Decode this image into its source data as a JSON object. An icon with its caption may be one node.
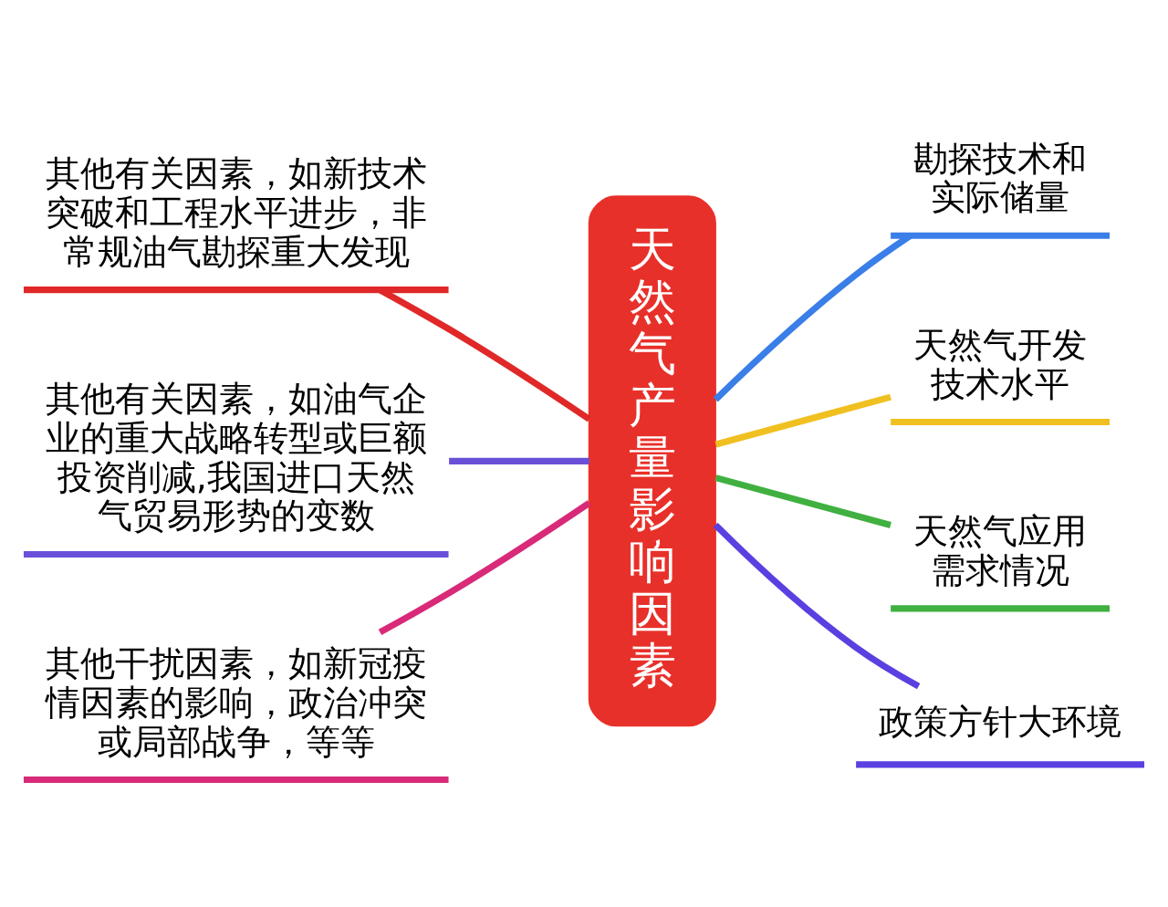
{
  "diagram": {
    "nodes": [
      {
        "text": [
          "其他有关因素，如新技术突破和工程水平进步，非常规油气勘探重大发现"
        ]
      },
      {
        "text": [
          "其他有关因素，如油气企业的重大战略转型或巨额投资削减,我国进口天然气贸易形势的变数"
        ]
      },
      {
        "text": [
          "其他干扰因素，如新冠疫情因素的影响，政治冲突或局部战争，等等"
        ]
      },
      {
        "text": [
          "天然气产量影响因素"
        ]
      },
      {
        "text": [
          "勘探技术和实际储量"
        ]
      },
      {
        "text": [
          "天然气开发技术水平"
        ]
      },
      {
        "text": [
          "天然气应用需求情况"
        ]
      },
      {
        "text": [
          "政策方针大环境"
        ]
      }
    ],
    "edges": [
      {
        "from": 0,
        "to": 3,
        "arrow": "none",
        "color": "#e02828"
      },
      {
        "from": 1,
        "to": 3,
        "arrow": "none",
        "color": "#6a50d8"
      },
      {
        "from": 2,
        "to": 3,
        "arrow": "none",
        "color": "#d82a78"
      },
      {
        "from": 3,
        "to": 4,
        "arrow": "none",
        "color": "#3a7ee8"
      },
      {
        "from": 3,
        "to": 5,
        "arrow": "none",
        "color": "#f0c020"
      },
      {
        "from": 3,
        "to": 6,
        "arrow": "none",
        "color": "#40b040"
      },
      {
        "from": 3,
        "to": 7,
        "arrow": "none",
        "color": "#5a40e0"
      }
    ]
  }
}
